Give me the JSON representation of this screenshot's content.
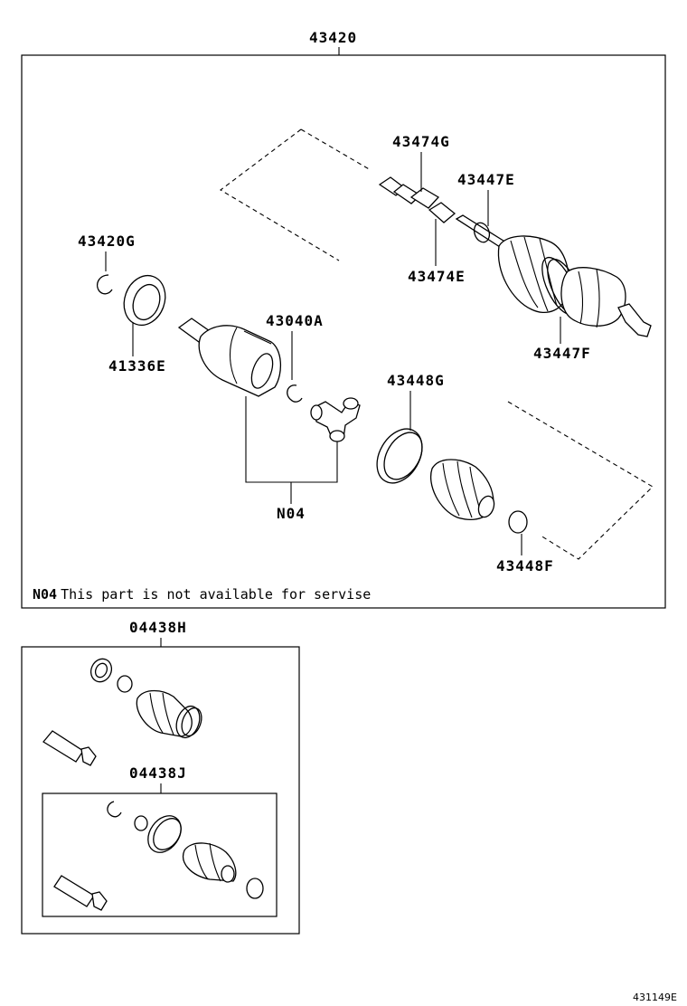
{
  "parts": {
    "main_assembly": "43420",
    "spline_nut": "43474G",
    "clamp_e": "43447E",
    "spline_e": "43474E",
    "outer_clamp": "43447F",
    "snap_ring": "43420G",
    "band": "41336E",
    "inner_ring": "43040A",
    "boot_clamp_g": "43448G",
    "boot_clamp_f": "43448F",
    "not_available_ref": "N04",
    "kit_h": "04438H",
    "kit_j": "04438J"
  },
  "note": {
    "code": "N04",
    "text": "This part is not available for servise"
  },
  "figure_number": "431149E"
}
